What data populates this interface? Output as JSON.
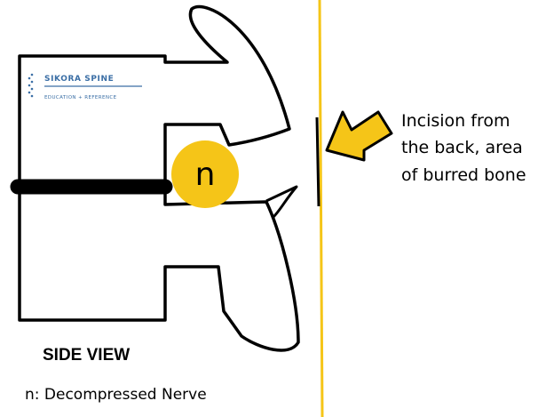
{
  "logo": {
    "title": "SIKORA SPINE",
    "subtitle": "EDUCATION + REFERENCE"
  },
  "nerve": {
    "letter": "n"
  },
  "view_label": "SIDE VIEW",
  "legend": "n: Decompressed Nerve",
  "callout": {
    "lines": [
      "Incision from",
      "the back, area",
      "of burred bone"
    ]
  },
  "colors": {
    "outline": "#000000",
    "incision_line": "#f5c518",
    "nerve_fill": "#f5c518",
    "arrow_fill": "#f5c518",
    "logo": "#3a6ea5"
  }
}
